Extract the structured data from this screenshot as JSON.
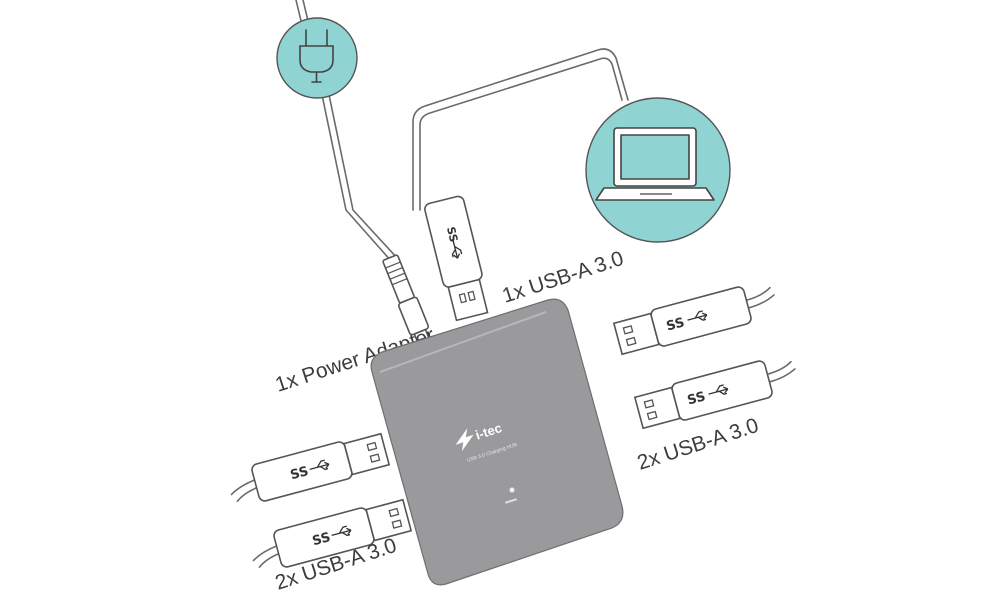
{
  "colors": {
    "accent_circle": "#8fd3d3",
    "hub_body": "#9a9a9c",
    "line": "#555555",
    "text": "#3d3d3d"
  },
  "icons": {
    "power_plug": "power-plug-icon",
    "laptop": "laptop-icon",
    "usb_superspeed": "usb-superspeed-icon"
  },
  "labels": {
    "power_adapter": "1x Power Adapter",
    "upstream_usb": "1x USB-A 3.0",
    "right_ports": "2x USB-A 3.0",
    "left_ports": "2x USB-A 3.0"
  },
  "hub": {
    "brand": "i-tec",
    "model": "USB 3.0 Charging HUB"
  },
  "usb_mark": "SS"
}
